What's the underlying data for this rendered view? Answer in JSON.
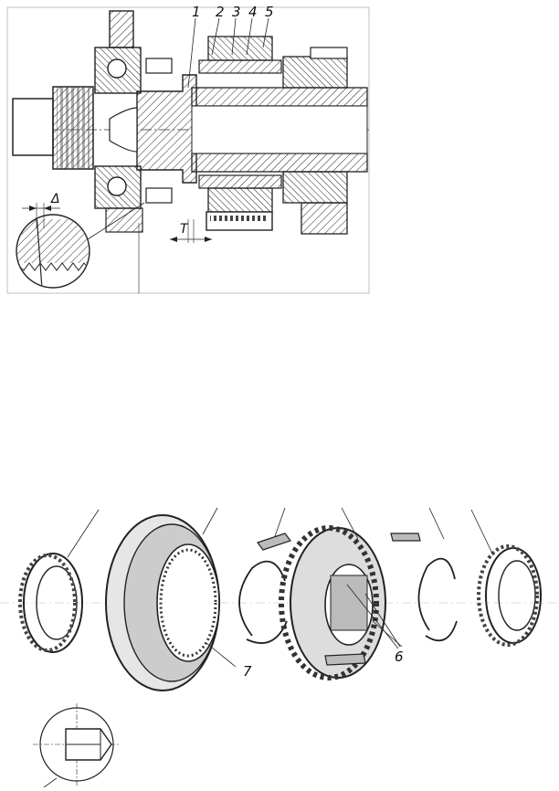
{
  "top_figure": {
    "callouts": [
      "1",
      "2",
      "3",
      "4",
      "5"
    ],
    "delta_label": "Δ",
    "gap_label": "T"
  },
  "bottom_figure": {
    "callout_6": "6",
    "callout_7": "7"
  }
}
